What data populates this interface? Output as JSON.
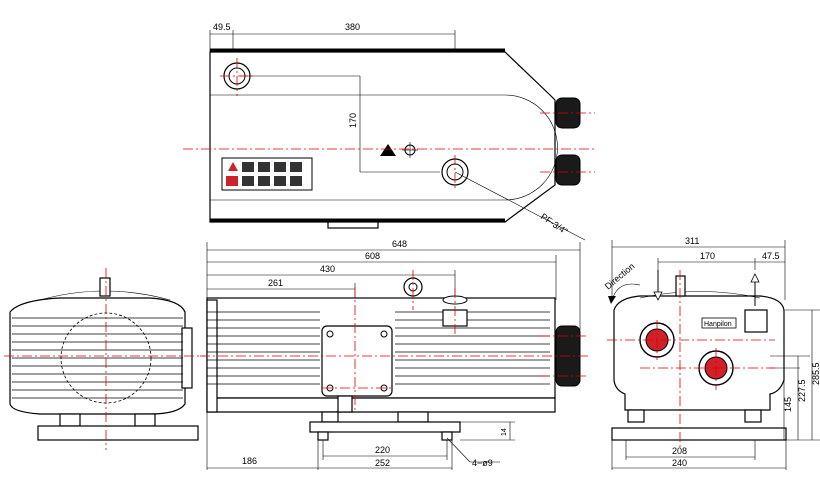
{
  "drawing": {
    "top_view": {
      "dims": {
        "offset": "49.5",
        "length": "380",
        "height": "170"
      },
      "port_label": "PF-3/4\""
    },
    "front_view": {
      "dims": {
        "overall": "648",
        "body": "608",
        "mid": "430",
        "inner": "261",
        "base_offset": "186",
        "base_width": "252",
        "mount_span": "220",
        "mount_holes": "4−ø9",
        "foot_h": "14"
      }
    },
    "side_view": {
      "direction_label": "Direction",
      "dims": {
        "width": "311",
        "port_x": "170",
        "port_y": "47.5",
        "h1": "285.5",
        "h2": "227.5",
        "h3": "145",
        "base_inner": "208",
        "base_outer": "240"
      },
      "badge": "Hanpilon"
    },
    "colors": {
      "centerline": "#e00000",
      "body": "#000000",
      "accent_port": "#d0202a"
    }
  }
}
